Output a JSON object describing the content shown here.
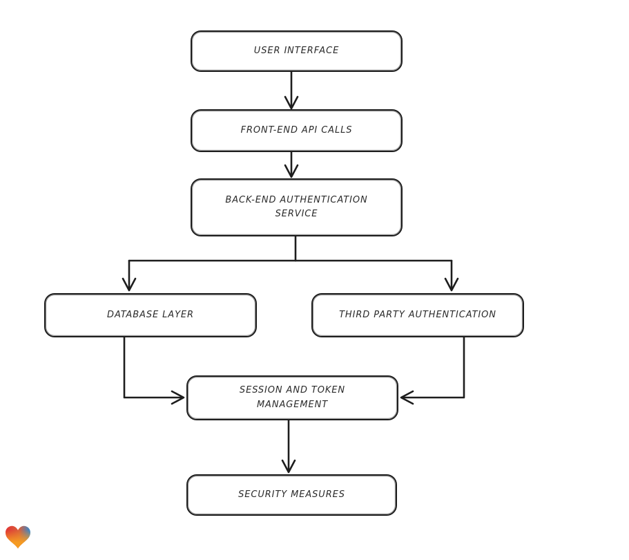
{
  "page": {
    "background": "#ffffff"
  },
  "diagram": {
    "type": "flowchart",
    "style": "hand-drawn",
    "stroke_color": "#1d1d1d",
    "node_fill": "#ffffff",
    "nodes": [
      {
        "id": "user-interface",
        "label": "USER INTERFACE"
      },
      {
        "id": "front-end-api-calls",
        "label": "FRONT-END API CALLS"
      },
      {
        "id": "back-end-authentication-service",
        "label": "BACK-END AUTHENTICATION SERVICE"
      },
      {
        "id": "database-layer",
        "label": "DATABASE LAYER"
      },
      {
        "id": "third-party-authentication",
        "label": "THIRD PARTY AUTHENTICATION"
      },
      {
        "id": "session-and-token-management",
        "label": "SESSION AND TOKEN MANAGEMENT"
      },
      {
        "id": "security-measures",
        "label": "SECURITY MEASURES"
      }
    ],
    "edges": [
      {
        "from": "user-interface",
        "to": "front-end-api-calls"
      },
      {
        "from": "front-end-api-calls",
        "to": "back-end-authentication-service"
      },
      {
        "from": "back-end-authentication-service",
        "to": "database-layer"
      },
      {
        "from": "back-end-authentication-service",
        "to": "third-party-authentication"
      },
      {
        "from": "database-layer",
        "to": "session-and-token-management"
      },
      {
        "from": "third-party-authentication",
        "to": "session-and-token-management"
      },
      {
        "from": "session-and-token-management",
        "to": "security-measures"
      }
    ]
  },
  "logo": {
    "name": "gradient-heart",
    "colors": [
      "#e23434",
      "#f59b23",
      "#2f8ad3"
    ]
  }
}
